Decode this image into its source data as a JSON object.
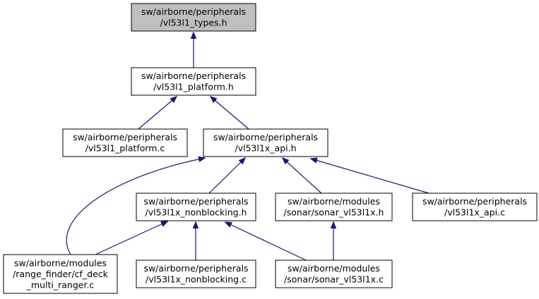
{
  "graph": {
    "colors": {
      "edge": "#191970",
      "border": "#000000",
      "root_fill": "#bfbfbf",
      "node_fill": "#ffffff"
    },
    "nodes": {
      "types_h": {
        "lines": [
          "sw/airborne/peripherals",
          "/vl53l1_types.h"
        ],
        "highlighted": true
      },
      "platform_h": {
        "lines": [
          "sw/airborne/peripherals",
          "/vl53l1_platform.h"
        ]
      },
      "platform_c": {
        "lines": [
          "sw/airborne/peripherals",
          "/vl53l1_platform.c"
        ]
      },
      "api_h": {
        "lines": [
          "sw/airborne/peripherals",
          "/vl53l1x_api.h"
        ]
      },
      "nonblocking_h": {
        "lines": [
          "sw/airborne/peripherals",
          "/vl53l1x_nonblocking.h"
        ]
      },
      "sonar_h": {
        "lines": [
          "sw/airborne/modules",
          "/sonar/sonar_vl53l1x.h"
        ]
      },
      "api_c": {
        "lines": [
          "sw/airborne/peripherals",
          "/vl53l1x_api.c"
        ]
      },
      "multi_ranger_c": {
        "lines": [
          "sw/airborne/modules",
          "/range_finder/cf_deck",
          "_multi_ranger.c"
        ]
      },
      "nonblocking_c": {
        "lines": [
          "sw/airborne/peripherals",
          "/vl53l1x_nonblocking.c"
        ]
      },
      "sonar_c": {
        "lines": [
          "sw/airborne/modules",
          "/sonar/sonar_vl53l1x.c"
        ]
      }
    },
    "edges": [
      {
        "from": "platform_h",
        "to": "types_h"
      },
      {
        "from": "platform_c",
        "to": "platform_h"
      },
      {
        "from": "api_h",
        "to": "platform_h"
      },
      {
        "from": "multi_ranger_c",
        "to": "api_h"
      },
      {
        "from": "nonblocking_h",
        "to": "api_h"
      },
      {
        "from": "sonar_h",
        "to": "api_h"
      },
      {
        "from": "api_c",
        "to": "api_h"
      },
      {
        "from": "multi_ranger_c",
        "to": "nonblocking_h"
      },
      {
        "from": "nonblocking_c",
        "to": "nonblocking_h"
      },
      {
        "from": "sonar_c",
        "to": "nonblocking_h"
      },
      {
        "from": "sonar_c",
        "to": "sonar_h"
      }
    ]
  }
}
